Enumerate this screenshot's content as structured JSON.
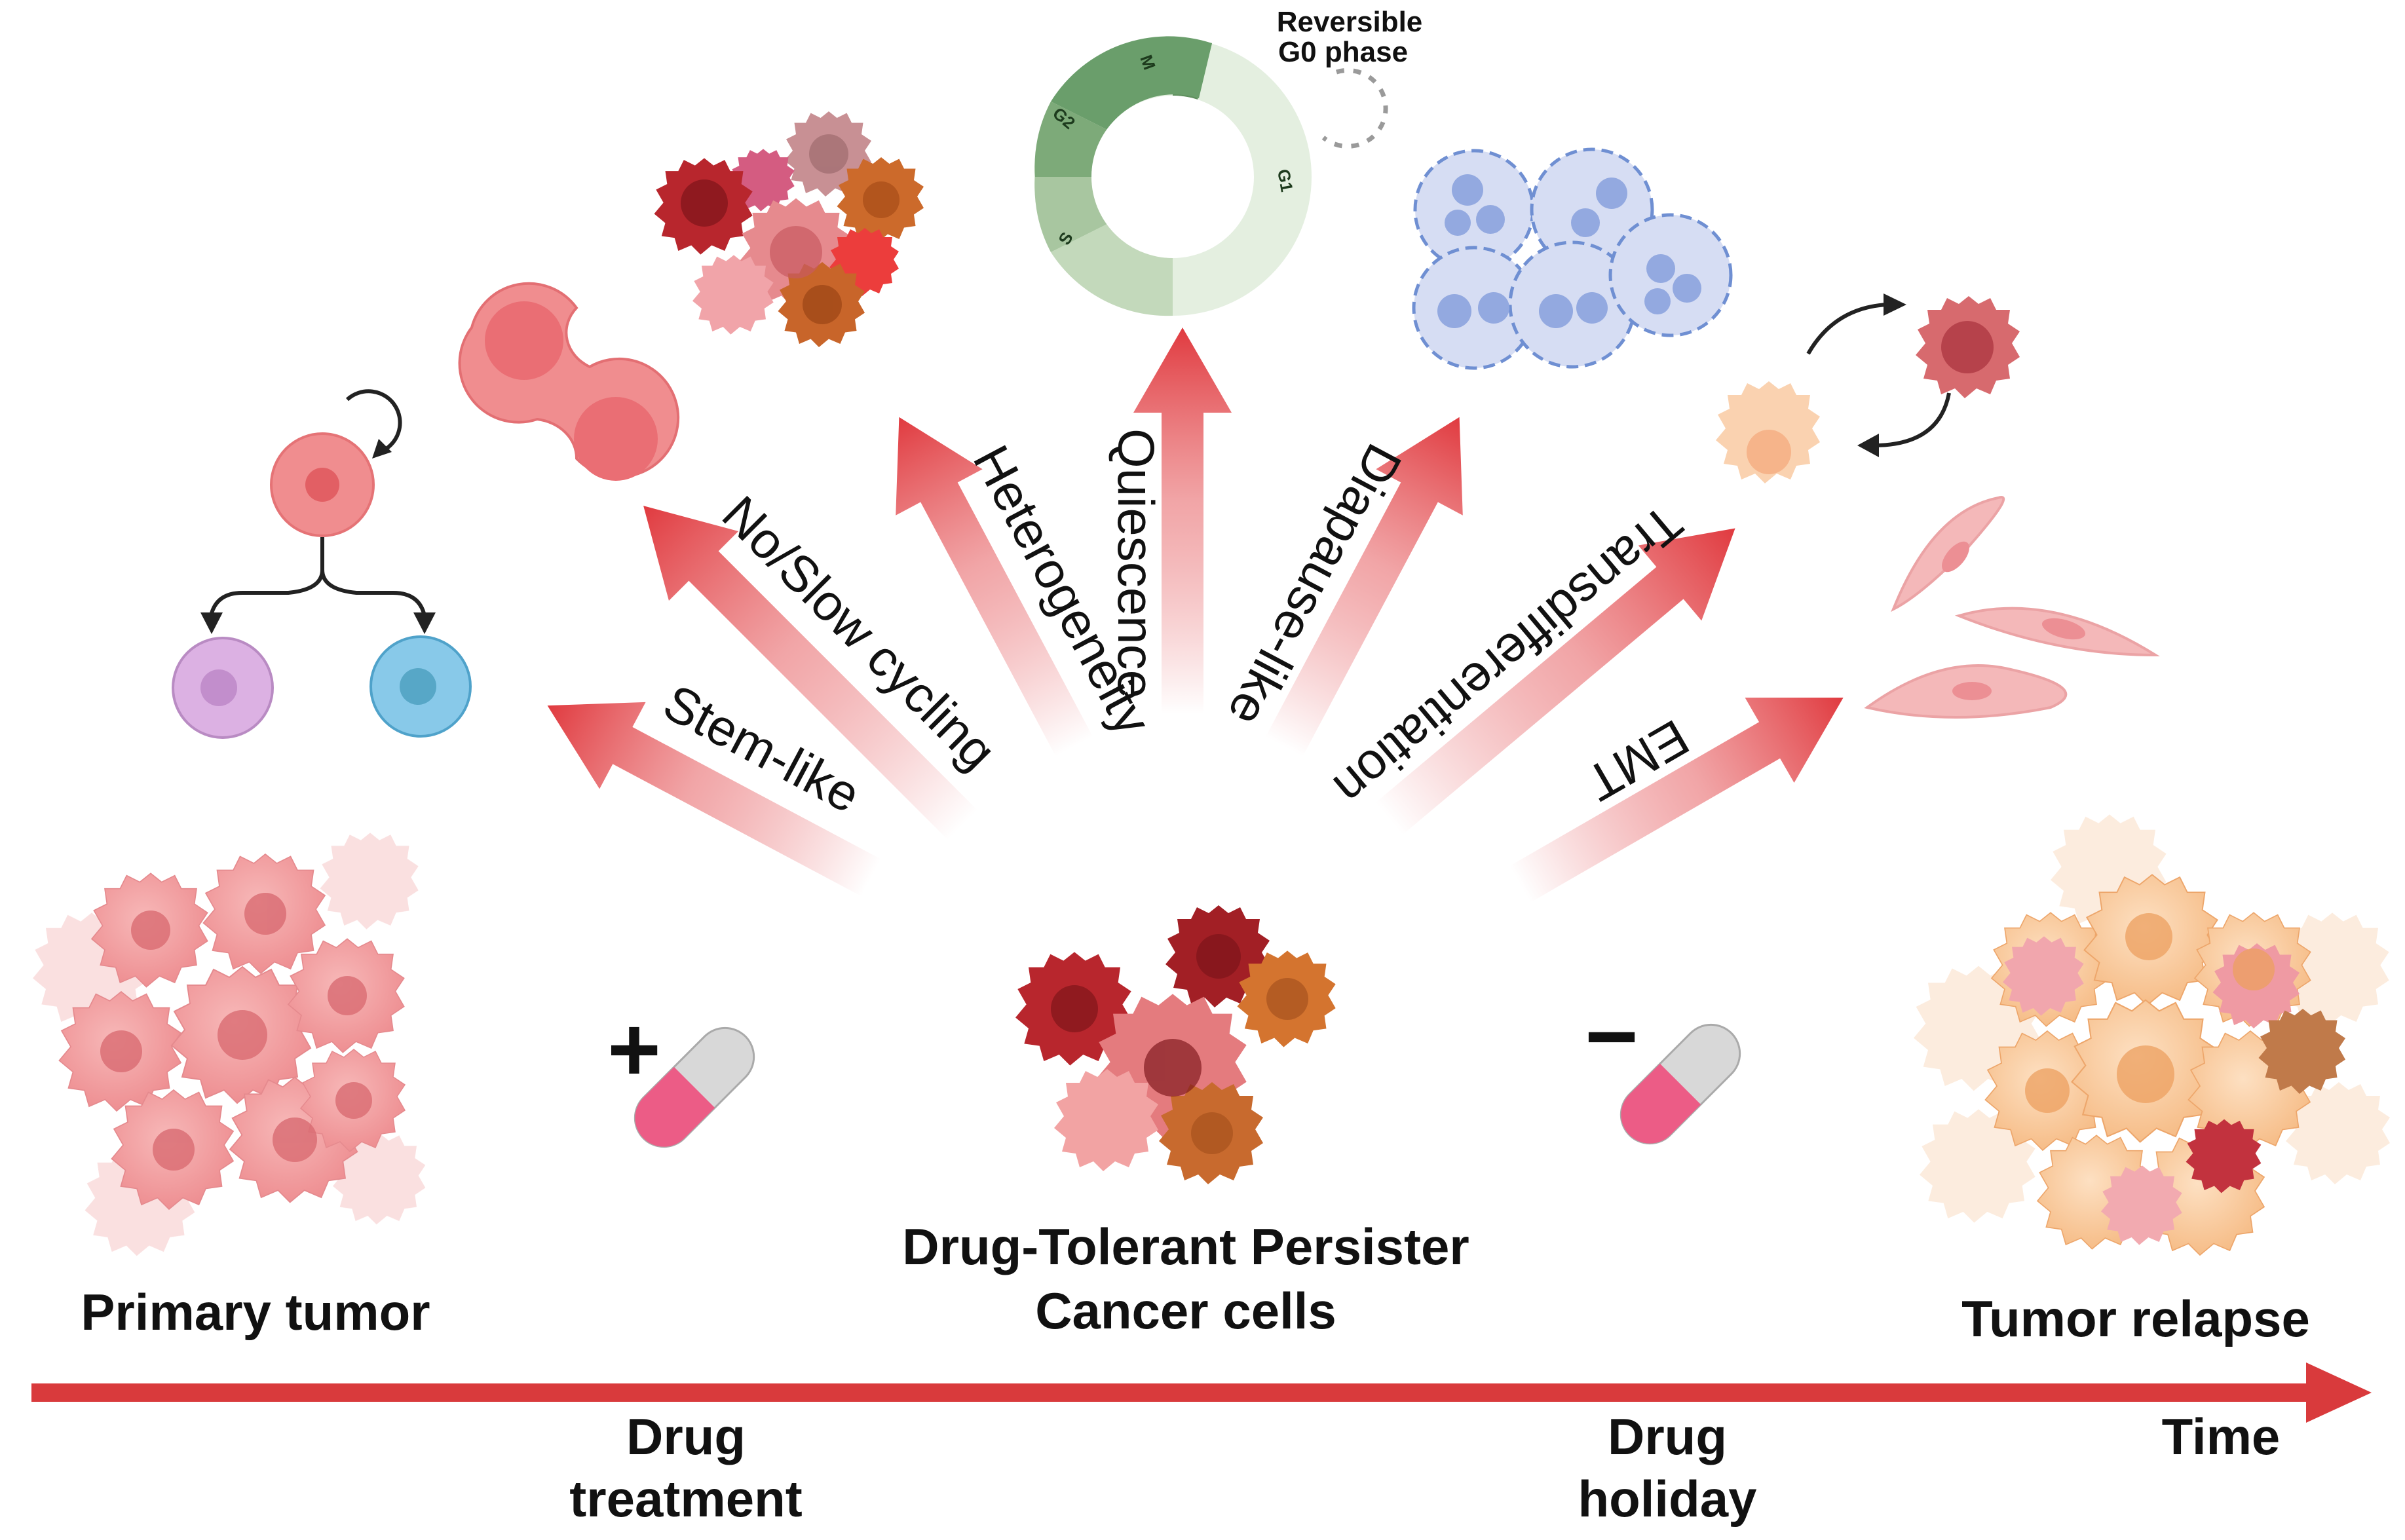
{
  "labels": {
    "primary_tumor": "Primary tumor",
    "dtp_line1": "Drug-Tolerant Persister",
    "dtp_line2": "Cancer cells",
    "tumor_relapse": "Tumor relapse",
    "drug_treatment_line1": "Drug",
    "drug_treatment_line2": "treatment",
    "drug_holiday_line1": "Drug",
    "drug_holiday_line2": "holiday",
    "time": "Time"
  },
  "pathways": [
    "Stem-like",
    "No/Slow cycling",
    "Heterogeneity",
    "Quiescence",
    "Diapause-like",
    "Transdifferentiation",
    "EMT"
  ],
  "cell_cycle": {
    "phases": [
      "M",
      "G2",
      "S",
      "G1"
    ],
    "reversible_line1": "Reversible",
    "reversible_line2": "G0 phase"
  },
  "symbols": {
    "plus": "+",
    "minus": "−"
  },
  "colors": {
    "arrow_red": "#e03a3f",
    "timeline_red": "#d93a3c",
    "tumor_pink": "#f2a3a3",
    "relapse_orange": "#f8c89a",
    "dark_red_cell": "#b8262d",
    "orange_cell": "#d4742f",
    "diapause_blue": "#d6ddf3",
    "cycle_green": "#6a9e6b",
    "pill_pink": "#ec5c86"
  }
}
